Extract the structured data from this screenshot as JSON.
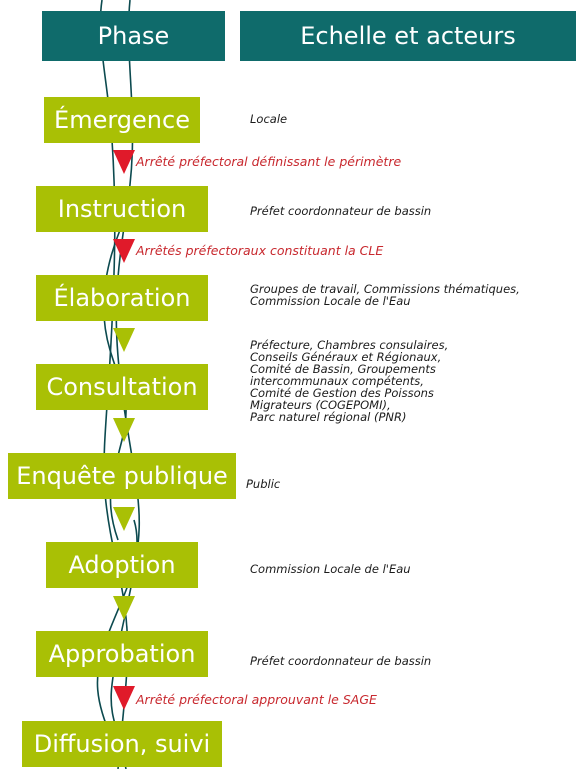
{
  "colors": {
    "header_bg": "#0f6b6b",
    "phase_bg": "#a9c005",
    "arrow_green": "#a9c005",
    "arrow_red": "#e01a2a",
    "decree_text": "#c8282e",
    "line": "#0c4a4f"
  },
  "header": {
    "phase": "Phase",
    "actors": "Echelle et acteurs"
  },
  "phases": [
    {
      "label": "Émergence"
    },
    {
      "label": "Instruction"
    },
    {
      "label": "Élaboration"
    },
    {
      "label": "Consultation"
    },
    {
      "label": "Enquête publique"
    },
    {
      "label": "Adoption"
    },
    {
      "label": "Approbation"
    },
    {
      "label": "Diffusion, suivi"
    }
  ],
  "actors": [
    {
      "lines": [
        "Locale"
      ]
    },
    {
      "lines": [
        "Préfet coordonnateur de bassin"
      ]
    },
    {
      "lines": [
        "Groupes de travail, Commissions thématiques,",
        "Commission Locale de l'Eau"
      ]
    },
    {
      "lines": [
        "Préfecture, Chambres consulaires,",
        "Conseils Généraux et Régionaux,",
        "Comité de Bassin, Groupements",
        "intercommunaux compétents,",
        "Comité de Gestion des Poissons",
        "Migrateurs (COGEPOMI),",
        "Parc naturel régional (PNR)"
      ]
    },
    {
      "lines": [
        "Public"
      ]
    },
    {
      "lines": [
        "Commission Locale de l'Eau"
      ]
    },
    {
      "lines": [
        "Préfet coordonnateur de bassin"
      ]
    }
  ],
  "transitions": [
    {
      "type": "decree",
      "arrow_icon": "red-triangle-down-icon",
      "label": "Arrêté préfectoral définissant le périmètre"
    },
    {
      "type": "decree",
      "arrow_icon": "red-triangle-down-icon",
      "label": "Arrêtés préfectoraux constituant la CLE"
    },
    {
      "type": "step",
      "arrow_icon": "green-triangle-down-icon"
    },
    {
      "type": "step",
      "arrow_icon": "green-triangle-down-icon"
    },
    {
      "type": "step",
      "arrow_icon": "green-triangle-down-icon"
    },
    {
      "type": "step",
      "arrow_icon": "green-triangle-down-icon"
    },
    {
      "type": "decree",
      "arrow_icon": "red-triangle-down-icon",
      "label": "Arrêté préfectoral approuvant le SAGE"
    }
  ]
}
